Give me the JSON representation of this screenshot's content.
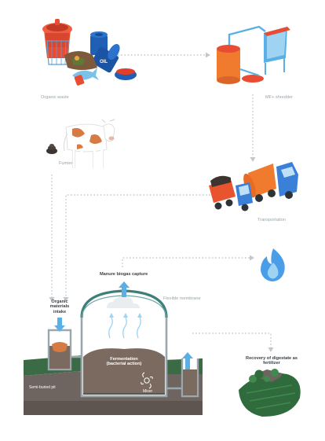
{
  "colors": {
    "arrow": "#c3c8cc",
    "ground": "#3a6b45",
    "soil": "#6e6560",
    "slurry": "#7a6a60",
    "wall": "#9aa7ad",
    "dome": "#3f7f7a",
    "flame": "#4a9ee8",
    "up_arrow": "#5ab0e6",
    "truck_red": "#e8542d",
    "truck_blue": "#3a7fd8",
    "tank_orange": "#f07b2f",
    "bin_red": "#e84c32",
    "barrel_blue": "#1f5fb5",
    "cow_spot": "#d67b44",
    "field_green": "#2f6b3c"
  },
  "labels": {
    "organic_waste": "Organic waste",
    "mf_shredder": "MF+ shredder",
    "fumier": "Fumier",
    "transportation": "Transportation",
    "manure_biogas_capture": "Manure biogas capture",
    "flexible_membrane": "Flexible membrane",
    "organic_materials_intake": "Organic materials intake",
    "fermentation": "Fermentation (bacterial action)",
    "mixer": "Mixer",
    "semi_buried_pit": "Semi-buried pit",
    "recovery_digestate": "Recovery of digestate as fertilizer",
    "barrel_text": "OIL"
  }
}
